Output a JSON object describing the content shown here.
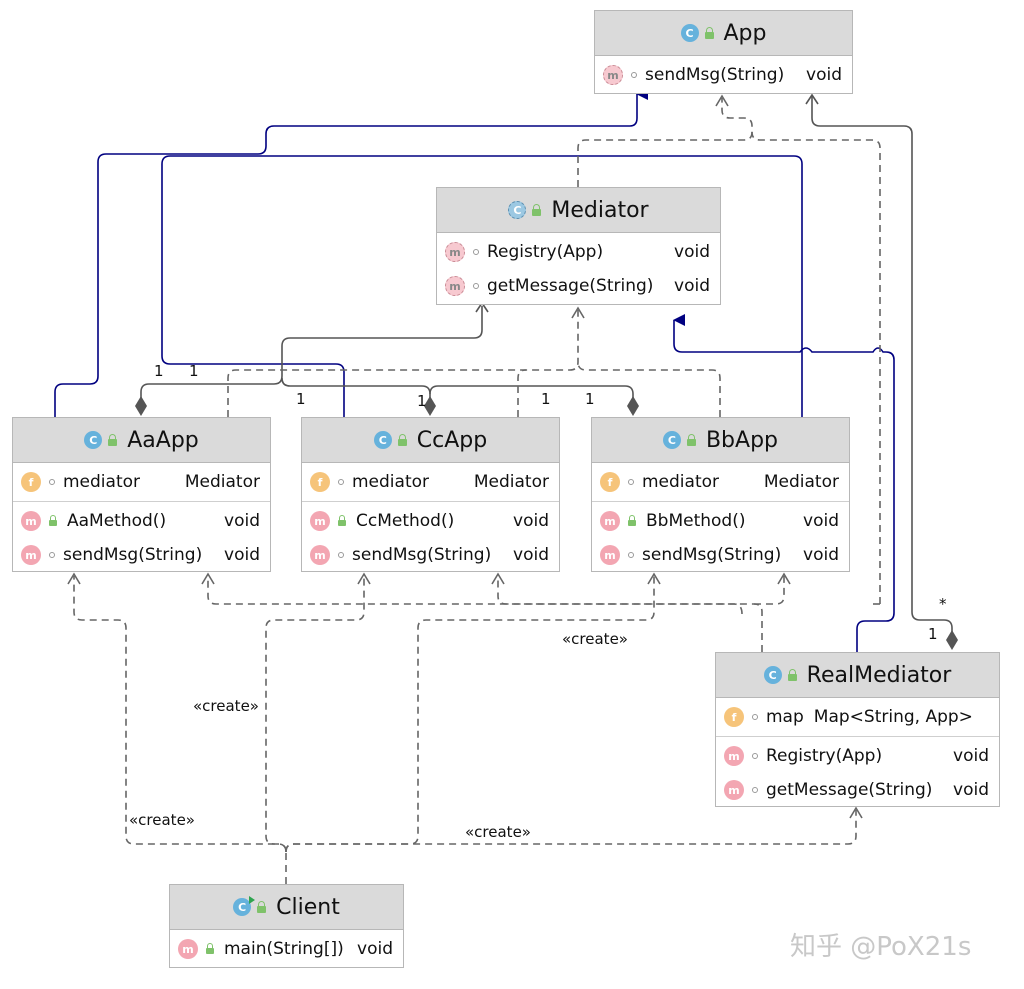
{
  "classes": {
    "app": {
      "name": "App",
      "badge": "C",
      "members": [
        [
          {
            "kind": "m",
            "text": "sendMsg(String)",
            "type": "void"
          }
        ]
      ]
    },
    "mediator": {
      "name": "Mediator",
      "badge": "C",
      "members": [
        [
          {
            "kind": "m",
            "text": "Registry(App)",
            "type": "void"
          },
          {
            "kind": "m",
            "text": "getMessage(String)",
            "type": "void"
          }
        ]
      ]
    },
    "aaapp": {
      "name": "AaApp",
      "badge": "C",
      "members": [
        [
          {
            "kind": "f",
            "text": "mediator",
            "type": "Mediator"
          }
        ],
        [
          {
            "kind": "m",
            "text": "AaMethod()",
            "type": "void"
          },
          {
            "kind": "m",
            "text": "sendMsg(String)",
            "type": "void"
          }
        ]
      ]
    },
    "ccapp": {
      "name": "CcApp",
      "badge": "C",
      "members": [
        [
          {
            "kind": "f",
            "text": "mediator",
            "type": "Mediator"
          }
        ],
        [
          {
            "kind": "m",
            "text": "CcMethod()",
            "type": "void"
          },
          {
            "kind": "m",
            "text": "sendMsg(String)",
            "type": "void"
          }
        ]
      ]
    },
    "bbapp": {
      "name": "BbApp",
      "badge": "C",
      "members": [
        [
          {
            "kind": "f",
            "text": "mediator",
            "type": "Mediator"
          }
        ],
        [
          {
            "kind": "m",
            "text": "BbMethod()",
            "type": "void"
          },
          {
            "kind": "m",
            "text": "sendMsg(String)",
            "type": "void"
          }
        ]
      ]
    },
    "realmediator": {
      "name": "RealMediator",
      "badge": "C",
      "members": [
        [
          {
            "kind": "f",
            "text": "map",
            "type": "Map<String, App>"
          }
        ],
        [
          {
            "kind": "m",
            "text": "Registry(App)",
            "type": "void"
          },
          {
            "kind": "m",
            "text": "getMessage(String)",
            "type": "void"
          }
        ]
      ]
    },
    "client": {
      "name": "Client",
      "badge": "C",
      "members": [
        [
          {
            "kind": "m",
            "text": "main(String[])",
            "type": "void"
          }
        ]
      ]
    }
  },
  "labels": {
    "create_1": "«create»",
    "create_2": "«create»",
    "create_3": "«create»",
    "create_4": "«create»",
    "mult_aa_1": "1",
    "mult_aa_2": "1",
    "mult_cc_1": "1",
    "mult_cc_2": "1",
    "mult_bb_1": "1",
    "mult_bb_2": "1",
    "mult_map_many": "*",
    "mult_map_one": "1"
  },
  "watermark": "知乎 @PoX21s",
  "colors": {
    "header_bg": "#dadada",
    "inheritance": "#000080",
    "dependency": "#666666",
    "association": "#555555"
  }
}
